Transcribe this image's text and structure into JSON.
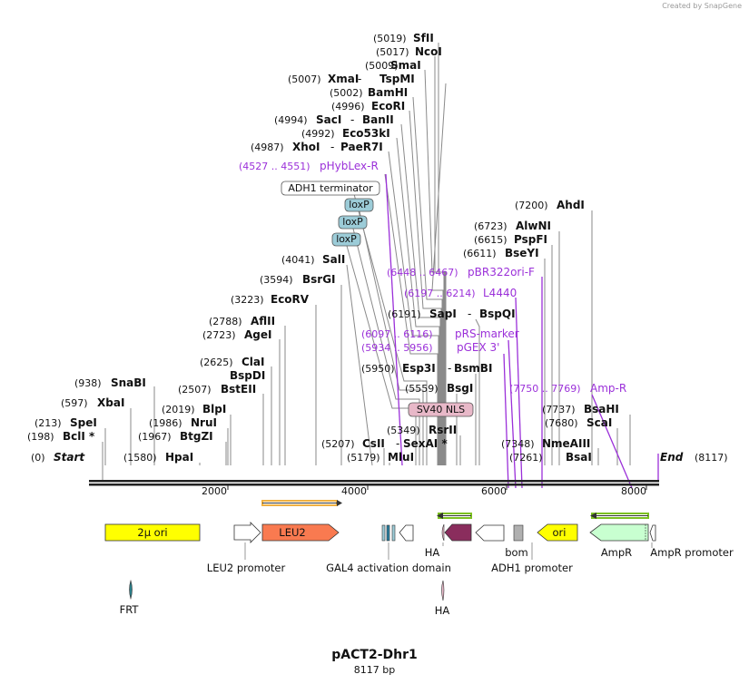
{
  "credit": "Created by SnapGene",
  "plasmid": {
    "name": "pACT2-Dhr1",
    "size_label": "8117 bp",
    "length": 8117
  },
  "ruler": {
    "ticks": [
      "2000",
      "4000",
      "6000",
      "8000"
    ],
    "start_label": "Start",
    "start_pos": "(0)",
    "end_label": "End",
    "end_pos": "(8117)"
  },
  "colors": {
    "enzyme": "#111111",
    "primer": "#9b30d9",
    "ori_2mu": "#ffff00",
    "leu2": "#f97a50",
    "ori": "#ffff00",
    "ampr": "#c8ffd0",
    "ha": "#8a2d5d",
    "sv40": "#e8b8c8",
    "loxp": "#9cccd8",
    "bom": "#b0b0b0",
    "primer_arrow": "#7cc020",
    "orange_arrow": "#f0b040"
  },
  "enzymes": [
    {
      "pos": "(5019)",
      "name": "SfII"
    },
    {
      "pos": "(5017)",
      "name": "NcoI"
    },
    {
      "pos": "(5009)",
      "name": "SmaI"
    },
    {
      "pos": "(5007)",
      "name": "XmaI",
      "alt": "TspMI"
    },
    {
      "pos": "(5002)",
      "name": "BamHI"
    },
    {
      "pos": "(4996)",
      "name": "EcoRI"
    },
    {
      "pos": "(4994)",
      "name": "SacI",
      "alt": "BanII"
    },
    {
      "pos": "(4992)",
      "name": "Eco53kI"
    },
    {
      "pos": "(4987)",
      "name": "XhoI",
      "alt": "PaeR7I"
    },
    {
      "pos": "(4041)",
      "name": "SalI"
    },
    {
      "pos": "(3594)",
      "name": "BsrGI"
    },
    {
      "pos": "(3223)",
      "name": "EcoRV"
    },
    {
      "pos": "(2788)",
      "name": "AflII"
    },
    {
      "pos": "(2723)",
      "name": "AgeI"
    },
    {
      "pos": "(2625)",
      "name": "ClaI"
    },
    {
      "pos": "",
      "name": "BspDI"
    },
    {
      "pos": "(2507)",
      "name": "BstEII"
    },
    {
      "pos": "(2019)",
      "name": "BlpI"
    },
    {
      "pos": "(1986)",
      "name": "NruI"
    },
    {
      "pos": "(1967)",
      "name": "BtgZI"
    },
    {
      "pos": "(1580)",
      "name": "HpaI"
    },
    {
      "pos": "(938)",
      "name": "SnaBI"
    },
    {
      "pos": "(597)",
      "name": "XbaI"
    },
    {
      "pos": "(213)",
      "name": "SpeI"
    },
    {
      "pos": "(198)",
      "name": "BclI *"
    },
    {
      "pos": "(6191)",
      "name": "SapI",
      "alt": "BspQI"
    },
    {
      "pos": "(5950)",
      "name": "Esp3I",
      "alt": "BsmBI"
    },
    {
      "pos": "(5559)",
      "name": "BsgI"
    },
    {
      "pos": "(5349)",
      "name": "RsrII"
    },
    {
      "pos": "(5207)",
      "name": "CsII",
      "alt": "SexAI *"
    },
    {
      "pos": "(5179)",
      "name": "MluI"
    },
    {
      "pos": "(7200)",
      "name": "AhdI"
    },
    {
      "pos": "(6723)",
      "name": "AlwNI"
    },
    {
      "pos": "(6615)",
      "name": "PspFI"
    },
    {
      "pos": "(6611)",
      "name": "BseYI"
    },
    {
      "pos": "(7737)",
      "name": "BsaHI"
    },
    {
      "pos": "(7680)",
      "name": "ScaI"
    },
    {
      "pos": "(7348)",
      "name": "NmeAIII"
    },
    {
      "pos": "(7261)",
      "name": "BsaI"
    }
  ],
  "primers": [
    {
      "range": "(4527 .. 4551)",
      "name": "pHybLex-R"
    },
    {
      "range": "(6448 .. 6467)",
      "name": "pBR322ori-F"
    },
    {
      "range": "(6197 .. 6214)",
      "name": "L4440"
    },
    {
      "range": "(6097 .. 6116)",
      "name": "pRS-marker"
    },
    {
      "range": "(5934 .. 5956)",
      "name": "pGEX 3'"
    },
    {
      "range": "(7750 .. 7769)",
      "name": "Amp-R"
    }
  ],
  "boxed_features": {
    "adh1_terminator": "ADH1 terminator",
    "loxp": [
      "loxP",
      "loxP",
      "loxP"
    ],
    "sv40_nls": "SV40 NLS"
  },
  "features": {
    "ori_2mu": "2μ ori",
    "leu2": "LEU2",
    "ori": "ori",
    "leu2_promoter": "LEU2 promoter",
    "gal4_ad": "GAL4 activation domain",
    "ha1": "HA",
    "bom": "bom",
    "adh1_promoter": "ADH1 promoter",
    "ampr": "AmpR",
    "ampr_promoter": "AmpR promoter",
    "frt": "FRT",
    "ha2": "HA"
  }
}
